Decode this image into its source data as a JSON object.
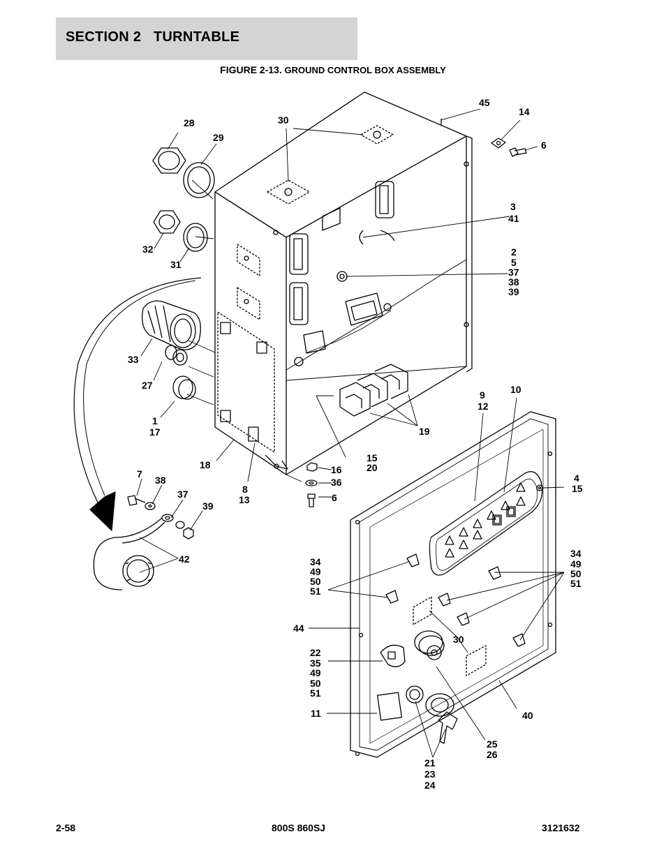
{
  "header": {
    "section": "SECTION 2",
    "title": "TURNTABLE"
  },
  "figure": {
    "number": "FIGURE 2-13.",
    "title": "GROUND CONTROL BOX ASSEMBLY"
  },
  "callouts": {
    "c1": "1",
    "c17": "17",
    "c2": "2",
    "c5": "5",
    "c3": "3",
    "c41": "41",
    "c4": "4",
    "c15a": "15",
    "c6a": "6",
    "c6b": "6",
    "c7": "7",
    "c8": "8",
    "c13": "13",
    "c9": "9",
    "c12": "12",
    "c10": "10",
    "c11": "11",
    "c14": "14",
    "c15b": "15",
    "c20": "20",
    "c16": "16",
    "c18": "18",
    "c19": "19",
    "c21": "21",
    "c23": "23",
    "c24": "24",
    "c22": "22",
    "c35": "35",
    "c49c": "49",
    "c50c": "50",
    "c51c": "51",
    "c25": "25",
    "c26": "26",
    "c27": "27",
    "c28": "28",
    "c29": "29",
    "c30a": "30",
    "c30b": "30",
    "c31": "31",
    "c32": "32",
    "c33": "33",
    "c34a": "34",
    "c49a": "49",
    "c50a": "50",
    "c51a": "51",
    "c34b": "34",
    "c49b": "49",
    "c50b": "50",
    "c51b": "51",
    "c36": "36",
    "c37a": "37",
    "c37b": "37",
    "c38a": "38",
    "c38b": "38",
    "c39a": "39",
    "c39b": "39",
    "c40": "40",
    "c42": "42",
    "c44": "44",
    "c45": "45"
  },
  "footer": {
    "page": "2-58",
    "model": "800S 860SJ",
    "doc_number": "3121632"
  }
}
